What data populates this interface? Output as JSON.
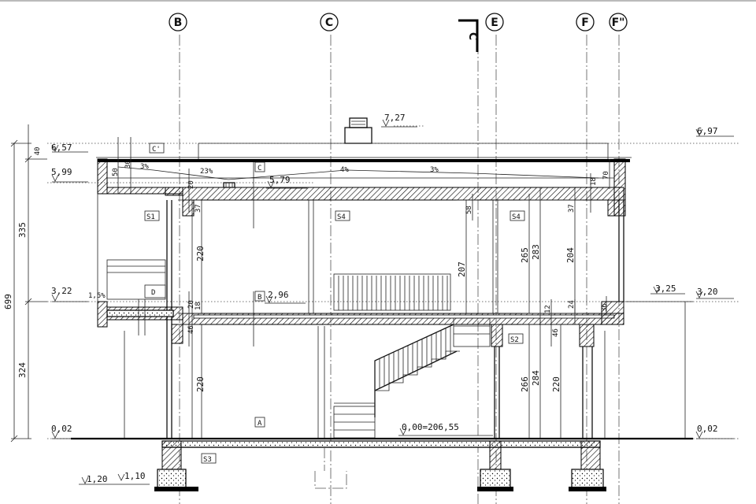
{
  "axes": [
    {
      "label": "B"
    },
    {
      "label": "C"
    },
    {
      "label": "E"
    },
    {
      "label": "F"
    },
    {
      "label": "F\""
    }
  ],
  "section_marker": "C",
  "elevations": {
    "top_chimney": "7,27",
    "left_parapet": "6,57",
    "left_roof": "5,99",
    "roof_inner": "5,79",
    "left_floor1": "3,22",
    "floor1_inner": "2,96",
    "left_ground": "0,02",
    "ground_floor": "0,00=206,55",
    "left_footing1": "1,20",
    "left_footing2": "1,10",
    "right_top": "6,97",
    "right_terrace1": "3,25",
    "right_terrace2": "3,20",
    "right_ground": "0,02"
  },
  "dimensions": {
    "total": "699",
    "upper_storey": "335",
    "lower_storey": "324",
    "parapet": "40",
    "slope_pct_left": "3%",
    "slope_pct_mid": "4%",
    "slope_pct_right": "3%",
    "slope_23": "23%",
    "slope_15": "1,5%",
    "d50": "50",
    "d30": "30",
    "d37a": "37",
    "d220a": "220",
    "d20": "20",
    "d58": "58",
    "d207": "207",
    "d265": "265",
    "d283": "283",
    "d37b": "37",
    "d18": "18",
    "d204": "204",
    "d70": "70",
    "d46a": "46",
    "d220b": "220",
    "d24": "24",
    "d36": "36",
    "d46b": "46",
    "d266": "266",
    "d284": "284",
    "d220c": "220",
    "d12": "12"
  },
  "room_tags": {
    "c_prime": "C'",
    "c": "C",
    "b": "B",
    "a": "A",
    "d": "D",
    "s1": "S1",
    "s2": "S2",
    "s3": "S3",
    "s4a": "S4",
    "s4b": "S4"
  }
}
